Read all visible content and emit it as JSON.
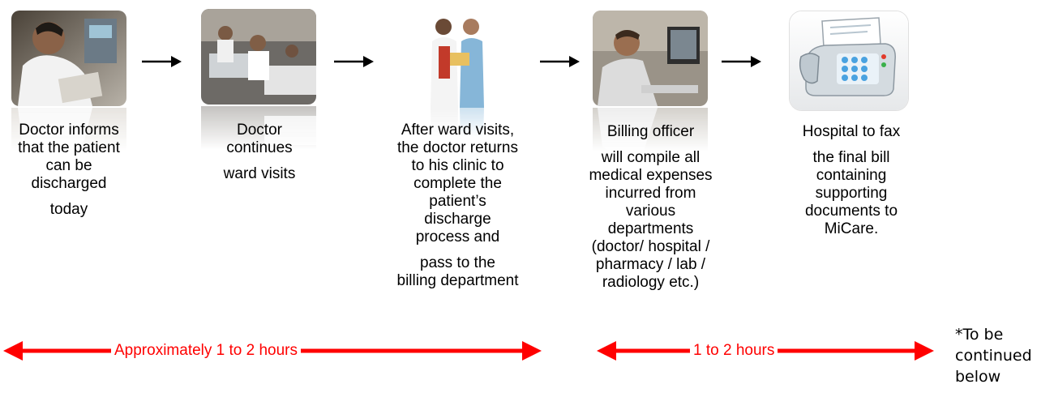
{
  "steps": [
    {
      "id": "doctor-informs",
      "lines": [
        "Doctor informs",
        "that the patient",
        "can be",
        "discharged"
      ],
      "extra": [
        "today"
      ]
    },
    {
      "id": "doctor-continues",
      "lines": [
        "Doctor",
        "continues"
      ],
      "extra": [
        "ward visits"
      ]
    },
    {
      "id": "doctor-returns",
      "lines": [
        "After  ward visits,",
        "the doctor returns",
        "to his clinic to",
        "complete the",
        "patient’s",
        "discharge",
        "process and"
      ],
      "extra": [
        "pass to  the",
        "billing department"
      ]
    },
    {
      "id": "billing-officer",
      "lines": [
        "Billing officer"
      ],
      "extra": [
        "will compile all",
        "medical expenses",
        "incurred from",
        "various",
        "departments",
        "(doctor/ hospital /",
        "pharmacy / lab /",
        "radiology etc.)"
      ]
    },
    {
      "id": "hospital-fax",
      "lines": [
        "Hospital to fax"
      ],
      "extra": [
        "the final bill",
        "containing",
        "supporting",
        "documents to",
        "MiCare."
      ]
    }
  ],
  "durations": [
    {
      "label": "Approximately 1 to 2 hours"
    },
    {
      "label": "1 to 2 hours"
    }
  ],
  "note": {
    "lines": [
      "*To be",
      "continued",
      "below"
    ]
  },
  "colors": {
    "duration": "#ff0000",
    "arrow": "#000000"
  },
  "images": [
    "doctor-chart-photo",
    "ward-visit-photo",
    "doctors-discussion-photo",
    "billing-officer-photo",
    "fax-machine-icon"
  ]
}
